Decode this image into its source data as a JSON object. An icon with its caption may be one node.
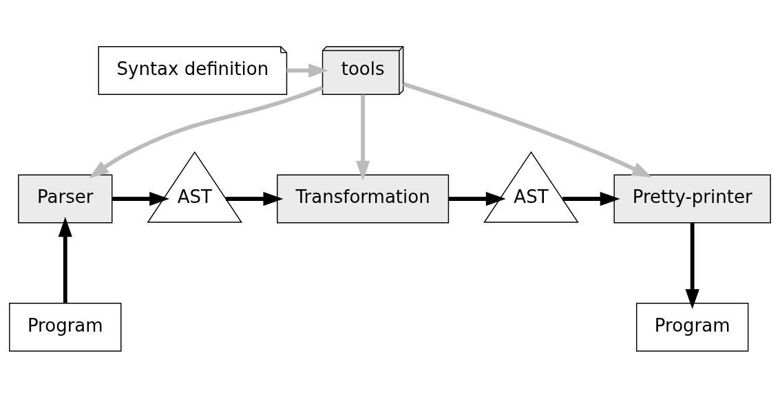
{
  "diagram": {
    "nodes": [
      {
        "text": [
          "Syntax definition"
        ]
      },
      {
        "text": [
          "tools"
        ]
      },
      {
        "text": [
          "Parser"
        ]
      },
      {
        "text": [
          "AST"
        ]
      },
      {
        "text": [
          "Transformation"
        ]
      },
      {
        "text": [
          "AST"
        ]
      },
      {
        "text": [
          "Pretty-printer"
        ]
      },
      {
        "text": [
          "Program"
        ]
      },
      {
        "text": [
          "Program"
        ]
      }
    ],
    "edges": [
      {
        "from": 0,
        "to": 1,
        "arrow": "to",
        "color": "#bbbbbb"
      },
      {
        "from": 1,
        "to": 2,
        "arrow": "to",
        "color": "#bbbbbb"
      },
      {
        "from": 1,
        "to": 4,
        "arrow": "to",
        "color": "#bbbbbb"
      },
      {
        "from": 1,
        "to": 6,
        "arrow": "to",
        "color": "#bbbbbb"
      },
      {
        "from": 2,
        "to": 3,
        "arrow": "to"
      },
      {
        "from": 3,
        "to": 4,
        "arrow": "to"
      },
      {
        "from": 4,
        "to": 5,
        "arrow": "to"
      },
      {
        "from": 5,
        "to": 6,
        "arrow": "to"
      },
      {
        "from": 7,
        "to": 2,
        "arrow": "to"
      },
      {
        "from": 6,
        "to": 8,
        "arrow": "to"
      }
    ]
  }
}
